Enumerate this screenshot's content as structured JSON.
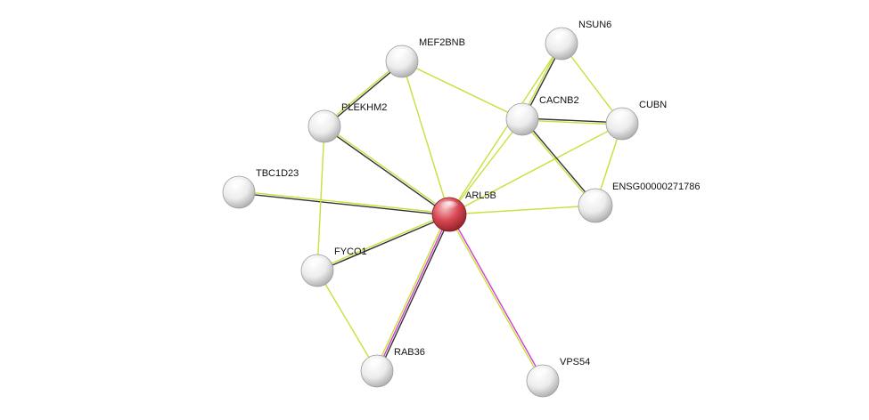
{
  "network": {
    "nodes": [
      {
        "id": "ARL5B",
        "label": "ARL5B",
        "query": true
      },
      {
        "id": "MEF2BNB",
        "label": "MEF2BNB"
      },
      {
        "id": "NSUN6",
        "label": "NSUN6"
      },
      {
        "id": "PLEKHM2",
        "label": "PLEKHM2"
      },
      {
        "id": "CACNB2",
        "label": "CACNB2"
      },
      {
        "id": "CUBN",
        "label": "CUBN"
      },
      {
        "id": "TBC1D23",
        "label": "TBC1D23"
      },
      {
        "id": "ENSG00000271786",
        "label": "ENSG00000271786"
      },
      {
        "id": "FYCO1",
        "label": "FYCO1"
      },
      {
        "id": "RAB36",
        "label": "RAB36"
      },
      {
        "id": "VPS54",
        "label": "VPS54"
      }
    ],
    "edges": [
      {
        "source": "ARL5B",
        "target": "MEF2BNB",
        "types": [
          "textmining"
        ]
      },
      {
        "source": "ARL5B",
        "target": "PLEKHM2",
        "types": [
          "coexpression",
          "textmining"
        ]
      },
      {
        "source": "ARL5B",
        "target": "TBC1D23",
        "types": [
          "coexpression",
          "textmining"
        ]
      },
      {
        "source": "ARL5B",
        "target": "FYCO1",
        "types": [
          "coexpression",
          "textmining"
        ]
      },
      {
        "source": "ARL5B",
        "target": "RAB36",
        "types": [
          "coexpression",
          "experiments",
          "textmining"
        ]
      },
      {
        "source": "ARL5B",
        "target": "VPS54",
        "types": [
          "experiments",
          "textmining"
        ]
      },
      {
        "source": "ARL5B",
        "target": "CACNB2",
        "types": [
          "textmining"
        ]
      },
      {
        "source": "ARL5B",
        "target": "NSUN6",
        "types": [
          "textmining"
        ]
      },
      {
        "source": "ARL5B",
        "target": "CUBN",
        "types": [
          "textmining"
        ]
      },
      {
        "source": "ARL5B",
        "target": "ENSG00000271786",
        "types": [
          "textmining"
        ]
      },
      {
        "source": "MEF2BNB",
        "target": "PLEKHM2",
        "types": [
          "coexpression",
          "textmining"
        ]
      },
      {
        "source": "MEF2BNB",
        "target": "CACNB2",
        "types": [
          "textmining"
        ]
      },
      {
        "source": "PLEKHM2",
        "target": "FYCO1",
        "types": [
          "textmining"
        ]
      },
      {
        "source": "FYCO1",
        "target": "RAB36",
        "types": [
          "textmining"
        ]
      },
      {
        "source": "NSUN6",
        "target": "CACNB2",
        "types": [
          "coexpression",
          "textmining"
        ]
      },
      {
        "source": "NSUN6",
        "target": "CUBN",
        "types": [
          "textmining"
        ]
      },
      {
        "source": "CACNB2",
        "target": "CUBN",
        "types": [
          "coexpression",
          "textmining"
        ]
      },
      {
        "source": "CACNB2",
        "target": "ENSG00000271786",
        "types": [
          "coexpression",
          "textmining"
        ]
      },
      {
        "source": "CUBN",
        "target": "ENSG00000271786",
        "types": [
          "textmining"
        ]
      }
    ]
  },
  "colors": {
    "textmining": "#c8e03a",
    "coexpression": "#333333",
    "experiments": "#d03cd0",
    "node_default": "#e8e8e8",
    "node_query": "#d0404a"
  }
}
